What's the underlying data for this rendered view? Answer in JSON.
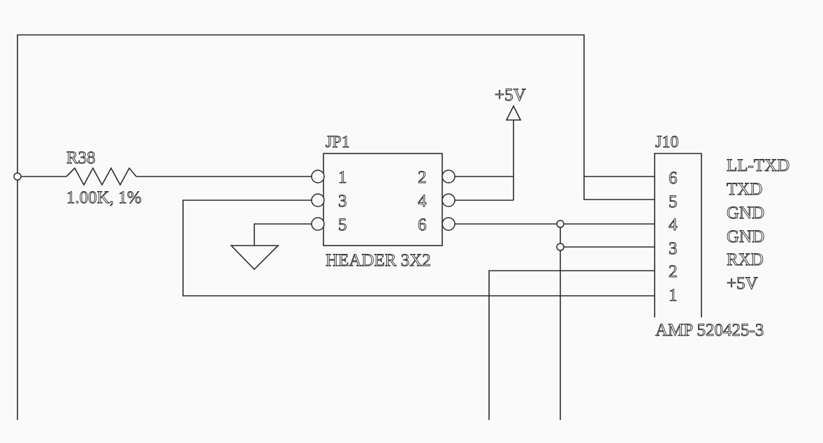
{
  "resistor": {
    "ref": "R38",
    "value": "1.00K, 1%"
  },
  "jp1": {
    "ref": "JP1",
    "type": "HEADER 3X2",
    "pins": [
      "1",
      "2",
      "3",
      "4",
      "5",
      "6"
    ]
  },
  "power": {
    "label": "+5V"
  },
  "j10": {
    "ref": "J10",
    "part": "AMP 520425-3",
    "pins": [
      "6",
      "5",
      "4",
      "3",
      "2",
      "1"
    ],
    "signals": [
      "LL-TXD",
      "TXD",
      "GND",
      "GND",
      "RXD",
      "+5V"
    ]
  }
}
